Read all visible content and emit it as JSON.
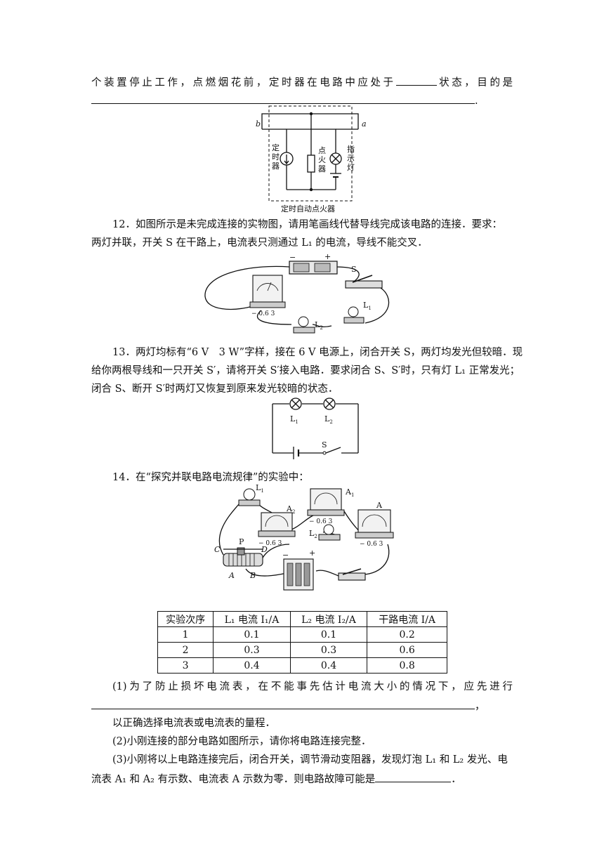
{
  "q11": {
    "line1_a": "个装置停止工作，点燃烟花前，定时器在电路中应处于",
    "line1_b": "状态，目的是",
    "line2_end": ".",
    "fig": {
      "label_b": "b",
      "label_a": "a",
      "timer_label": "定时器",
      "igniter_label": "点火器",
      "indicator_label": "指示灯",
      "caption": "定时自动点火器"
    }
  },
  "q12": {
    "text1": "12．如图所示是未完成连接的实物图，请用笔画线代替导线完成该电路的连接．要求：",
    "text2": "两灯并联，开关 S 在干路上，电流表只测通过 L₁ 的电流，导线不能交叉．",
    "fig": {
      "minus": "−",
      "plus": "+",
      "switch": "S",
      "l1": "L",
      "l1_sub": "1",
      "l2": "L",
      "l2_sub": "2",
      "meter_scale": "− 0.6  3"
    }
  },
  "q13": {
    "text1": "13．两灯均标有“6 V　3 W”字样，接在 6 V 电源上，闭合开关 S，两灯均发光但较暗．现",
    "text2": "给你两根导线和一只开关 S′，请将开关 S′接入电路．要求闭合 S、S′时，只有灯 L₁ 正常发光；",
    "text3": "闭合 S、断开 S′时两灯又恢复到原来发光较暗的状态．",
    "fig": {
      "l1": "L",
      "l1_sub": "1",
      "l2": "L",
      "l2_sub": "2",
      "switch": "S"
    }
  },
  "q14": {
    "text1": "14．在“探究并联电路电流规律”的实验中：",
    "fig": {
      "l1": "L",
      "l1_sub": "1",
      "l2": "L",
      "l2_sub": "2",
      "a1": "A",
      "a1_sub": "1",
      "a2": "A",
      "a2_sub": "2",
      "a": "A",
      "meter_scale": "− 0.6  3",
      "p": "P",
      "c": "C",
      "d": "D",
      "a_term": "A",
      "b_term": "B",
      "minus": "−",
      "plus": "+"
    },
    "table": {
      "headers": [
        "实验次序",
        "L₁ 电流 I₁/A",
        "L₂ 电流 I₂/A",
        "干路电流 I/A"
      ],
      "rows": [
        [
          "1",
          "0.1",
          "0.1",
          "0.2"
        ],
        [
          "2",
          "0.3",
          "0.3",
          "0.6"
        ],
        [
          "3",
          "0.4",
          "0.4",
          "0.8"
        ]
      ]
    },
    "p1_a": "(1)为了防止损坏电流表，在不能事先估计电流大小的情况下，应先进行",
    "p1_b": "，",
    "p1_c": "以正确选择电流表或电流表的量程．",
    "p2": "(2)小刚连接的部分电路如图所示，请你将电路连接完整．",
    "p3_a": "(3)小刚将以上电路连接完后，闭合开关，调节滑动变阻器，发现灯泡 L₁ 和 L₂ 发光、电",
    "p3_b": "流表 A₁ 和 A₂ 有示数、电流表 A 示数为零．则电路故障可能是",
    "p3_end": "．"
  }
}
